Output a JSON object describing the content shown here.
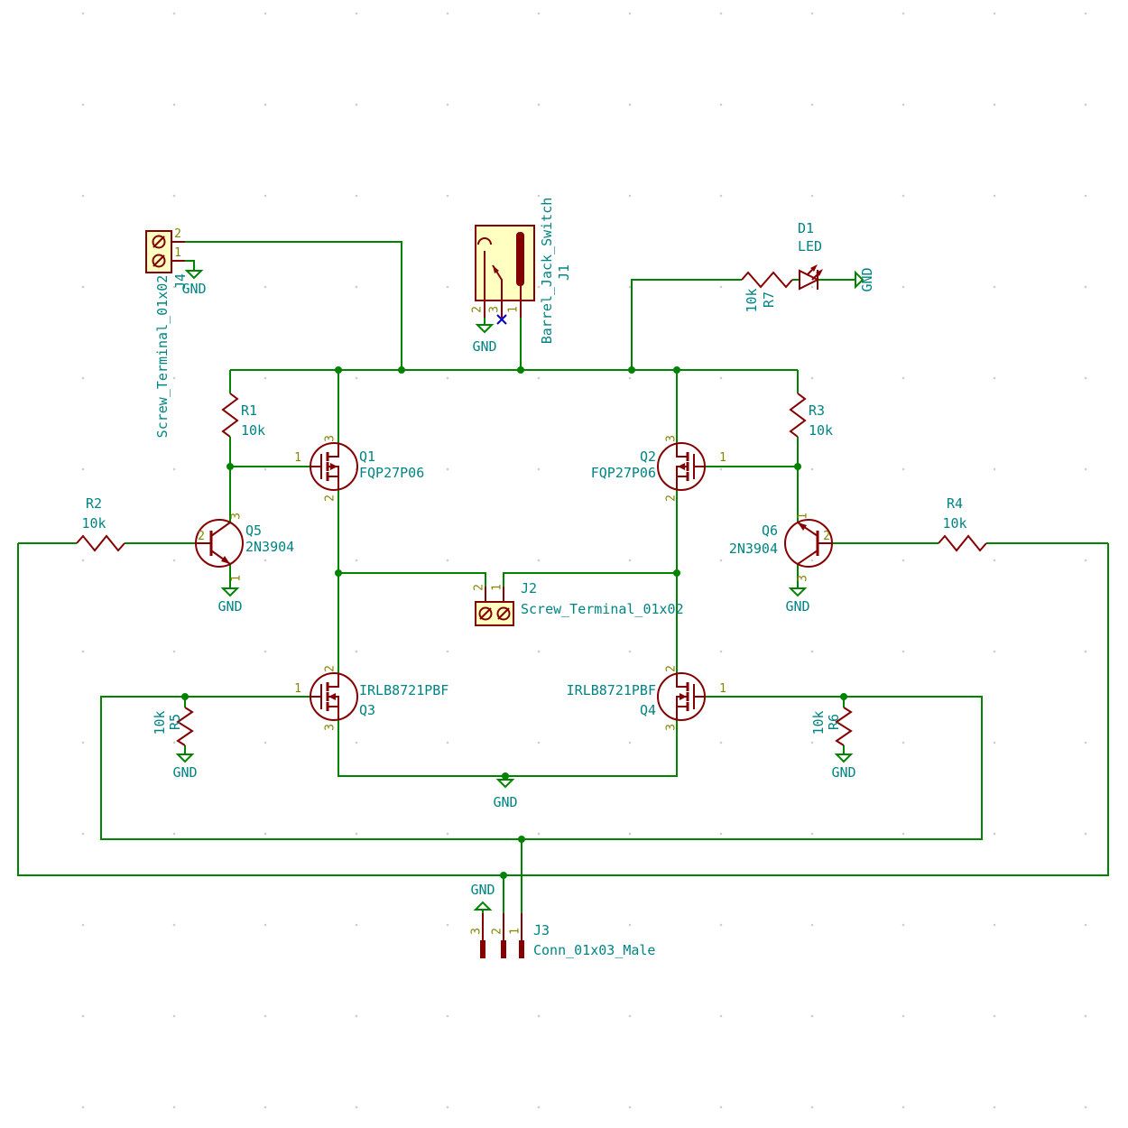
{
  "power": {
    "gnd": "GND"
  },
  "colors": {
    "wire": "#008400",
    "junction": "#008400",
    "symbol_outline": "#840000",
    "symbol_fill": "#FFFFC2",
    "field_text": "#008484",
    "pin_number": "#848400",
    "no_connect": "#0000C2",
    "background": "#FFFFFF",
    "grid_dot": "#CDCDCD"
  },
  "components": {
    "j1": {
      "ref": "J1",
      "value": "Barrel_Jack_Switch",
      "pins": {
        "1": "1",
        "2": "2",
        "3": "3"
      }
    },
    "j2": {
      "ref": "J2",
      "value": "Screw_Terminal_01x02",
      "pins": {
        "1": "1",
        "2": "2"
      }
    },
    "j3": {
      "ref": "J3",
      "value": "Conn_01x03_Male",
      "pins": {
        "1": "1",
        "2": "2",
        "3": "3"
      }
    },
    "j4": {
      "ref": "J4",
      "value": "Screw_Terminal_01x02",
      "pins": {
        "1": "1",
        "2": "2"
      }
    },
    "r1": {
      "ref": "R1",
      "value": "10k"
    },
    "r2": {
      "ref": "R2",
      "value": "10k"
    },
    "r3": {
      "ref": "R3",
      "value": "10k"
    },
    "r4": {
      "ref": "R4",
      "value": "10k"
    },
    "r5": {
      "ref": "R5",
      "value": "10k"
    },
    "r6": {
      "ref": "R6",
      "value": "10k"
    },
    "r7": {
      "ref": "R7",
      "value": "10k"
    },
    "d1": {
      "ref": "D1",
      "value": "LED"
    },
    "q1": {
      "ref": "Q1",
      "value": "FQP27P06",
      "pins": {
        "1": "1",
        "2": "2",
        "3": "3"
      }
    },
    "q2": {
      "ref": "Q2",
      "value": "FQP27P06",
      "pins": {
        "1": "1",
        "2": "2",
        "3": "3"
      }
    },
    "q3": {
      "ref": "Q3",
      "value": "IRLB8721PBF",
      "pins": {
        "1": "1",
        "2": "2",
        "3": "3"
      }
    },
    "q4": {
      "ref": "Q4",
      "value": "IRLB8721PBF",
      "pins": {
        "1": "1",
        "2": "2",
        "3": "3"
      }
    },
    "q5": {
      "ref": "Q5",
      "value": "2N3904",
      "pins": {
        "1": "1",
        "2": "2",
        "3": "3"
      }
    },
    "q6": {
      "ref": "Q6",
      "value": "2N3904",
      "pins": {
        "1": "1",
        "2": "2",
        "3": "3"
      }
    }
  }
}
